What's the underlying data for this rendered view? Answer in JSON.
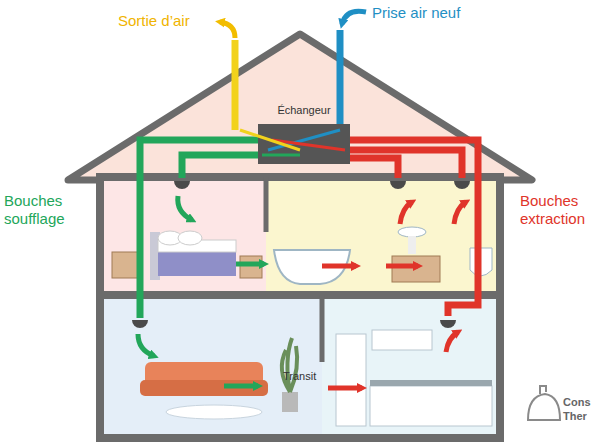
{
  "diagram": {
    "nodes": [
      {
        "text": [
          "Échangeur"
        ]
      }
    ],
    "labels": [
      "Sortie d’air",
      "Prise air neuf",
      "Bouches soufflage",
      "Bouches extraction",
      "Transit",
      "Cons",
      "Ther"
    ]
  }
}
